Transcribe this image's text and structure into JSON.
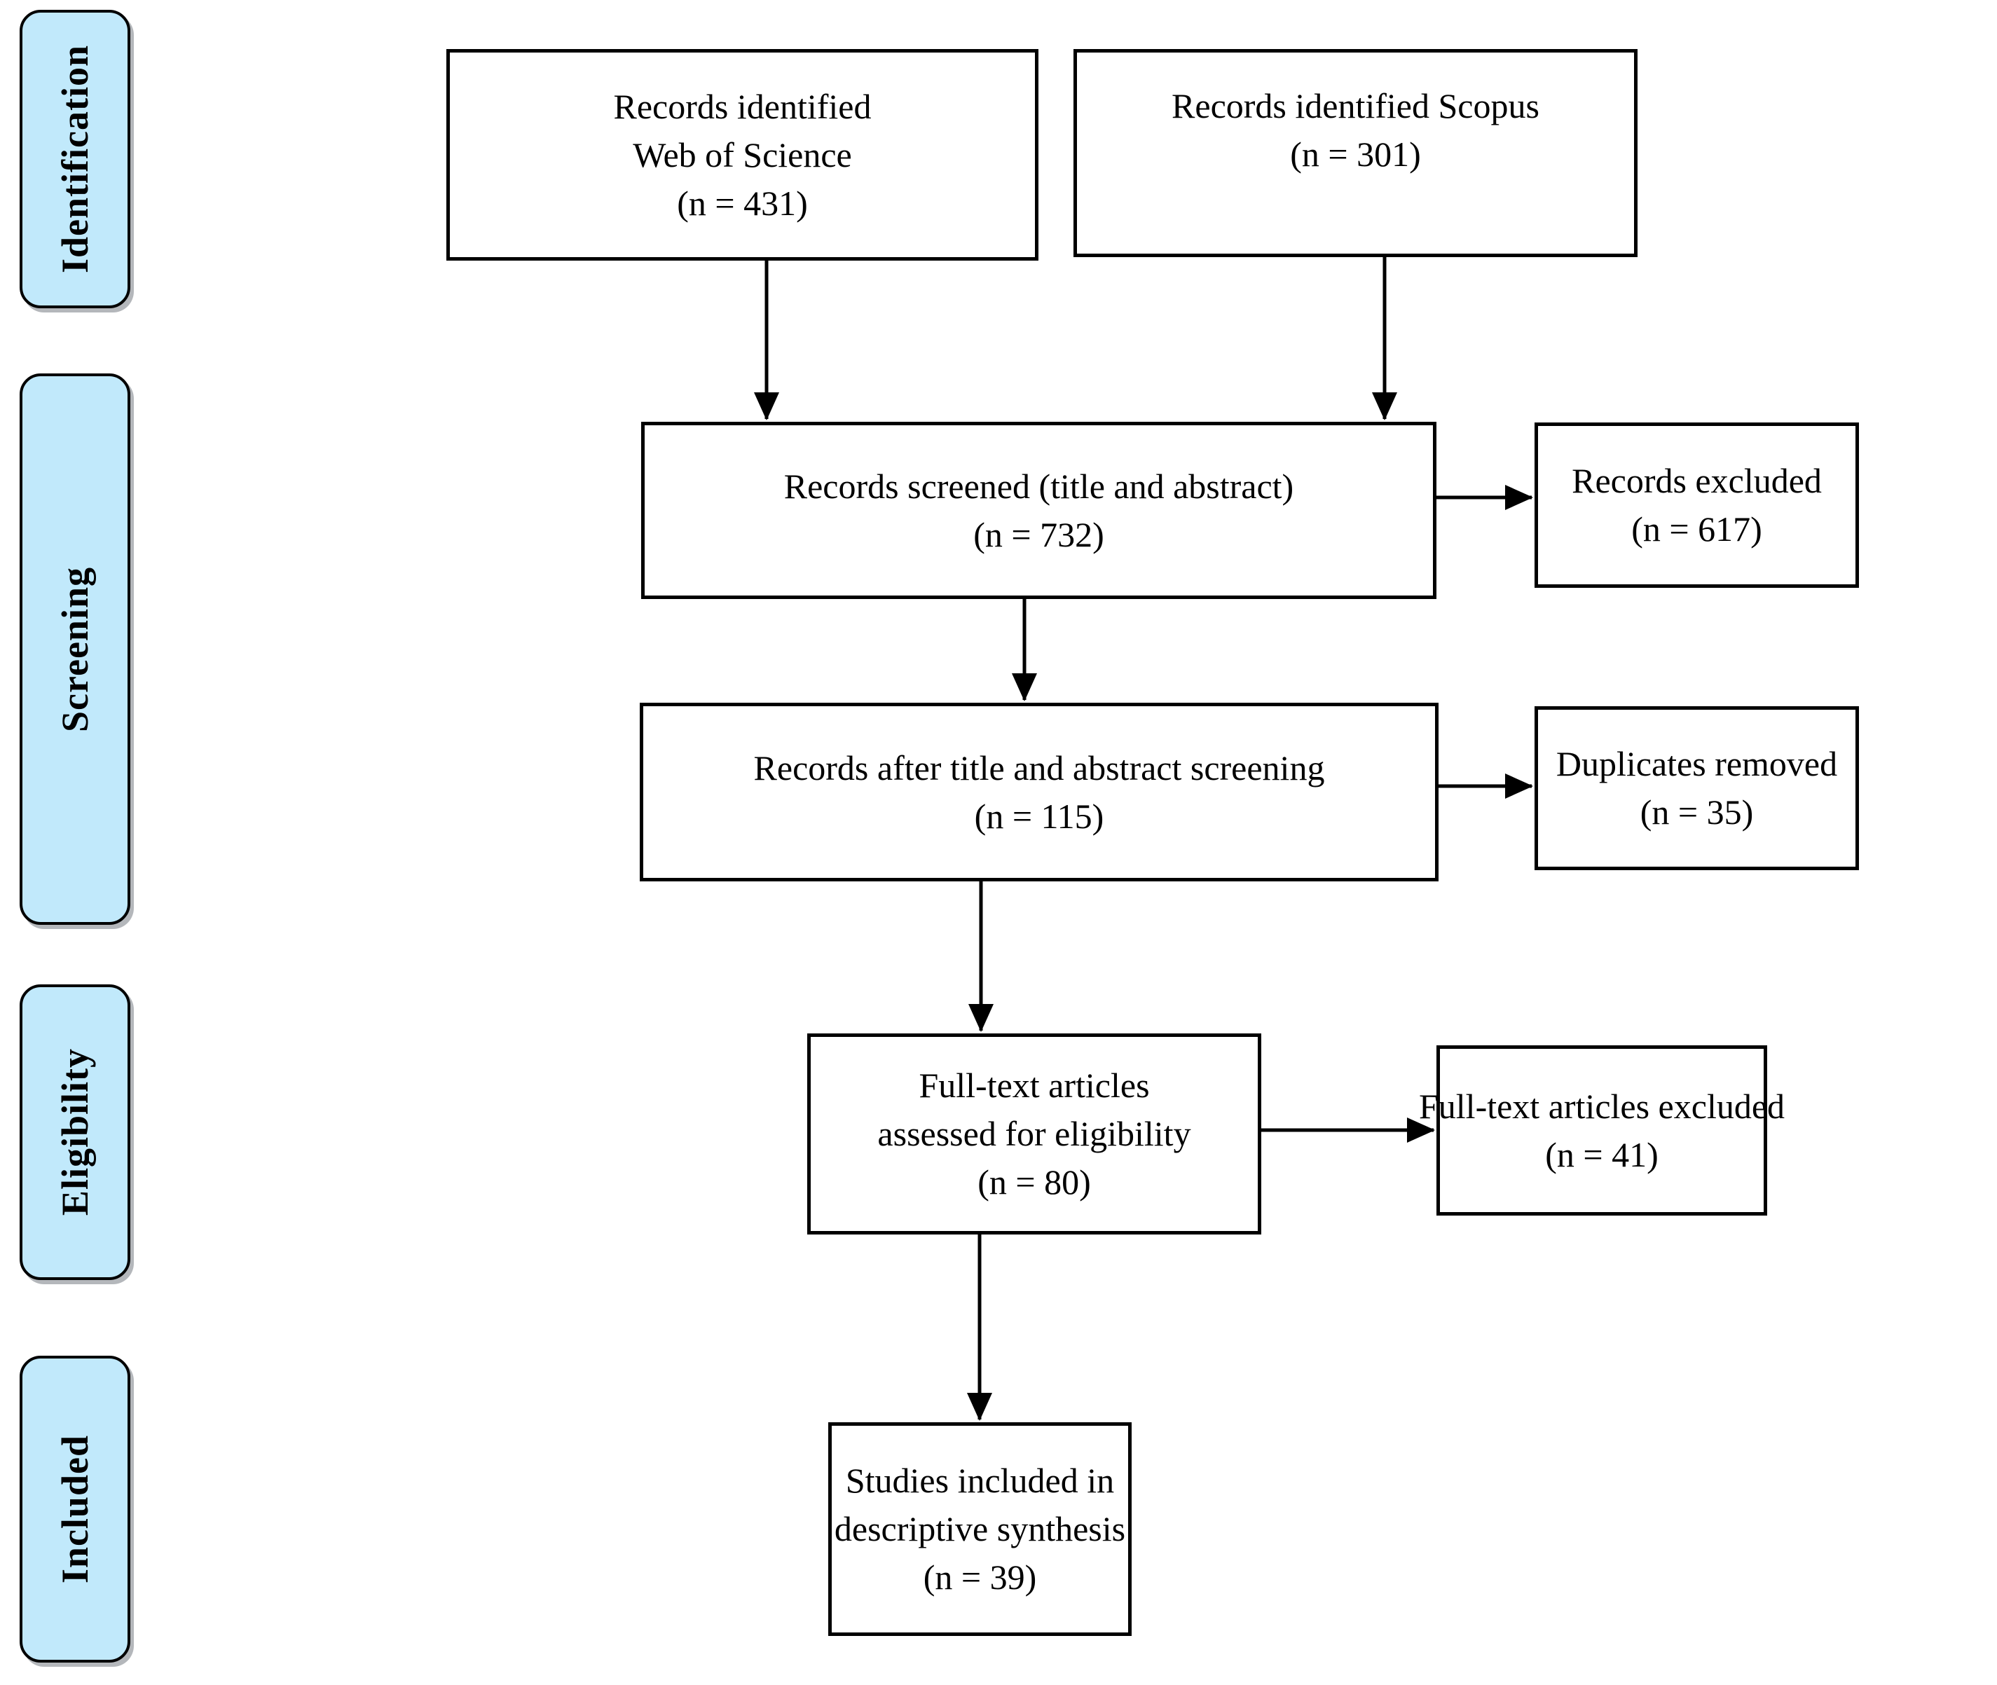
{
  "title": "PRISMA flow diagram",
  "colors": {
    "sidebar_fill": "#c1e9fb",
    "box_fill": "#ffffff",
    "line": "#000000"
  },
  "sidebar": {
    "items": [
      "Identification",
      "Screening",
      "Eligibility",
      "Included"
    ]
  },
  "boxes": {
    "wos": [
      "Records identified",
      "Web of Science",
      "(n = 431)"
    ],
    "scopus": [
      "Records identified Scopus",
      "(n = 301)"
    ],
    "screened": [
      "Records screened (title and abstract)",
      "(n = 732)"
    ],
    "records_excluded": [
      "Records excluded",
      "(n = 617)"
    ],
    "after_screening": [
      "Records after title and abstract screening",
      "(n = 115)"
    ],
    "duplicates_removed": [
      "Duplicates removed",
      "(n = 35)"
    ],
    "fulltext_assessed": [
      "Full-text articles",
      "assessed for eligibility",
      "(n = 80)"
    ],
    "fulltext_excluded": [
      "Full-text articles excluded",
      "(n = 41)"
    ],
    "studies_included": [
      "Studies included in",
      "descriptive synthesis",
      "(n = 39)"
    ]
  }
}
